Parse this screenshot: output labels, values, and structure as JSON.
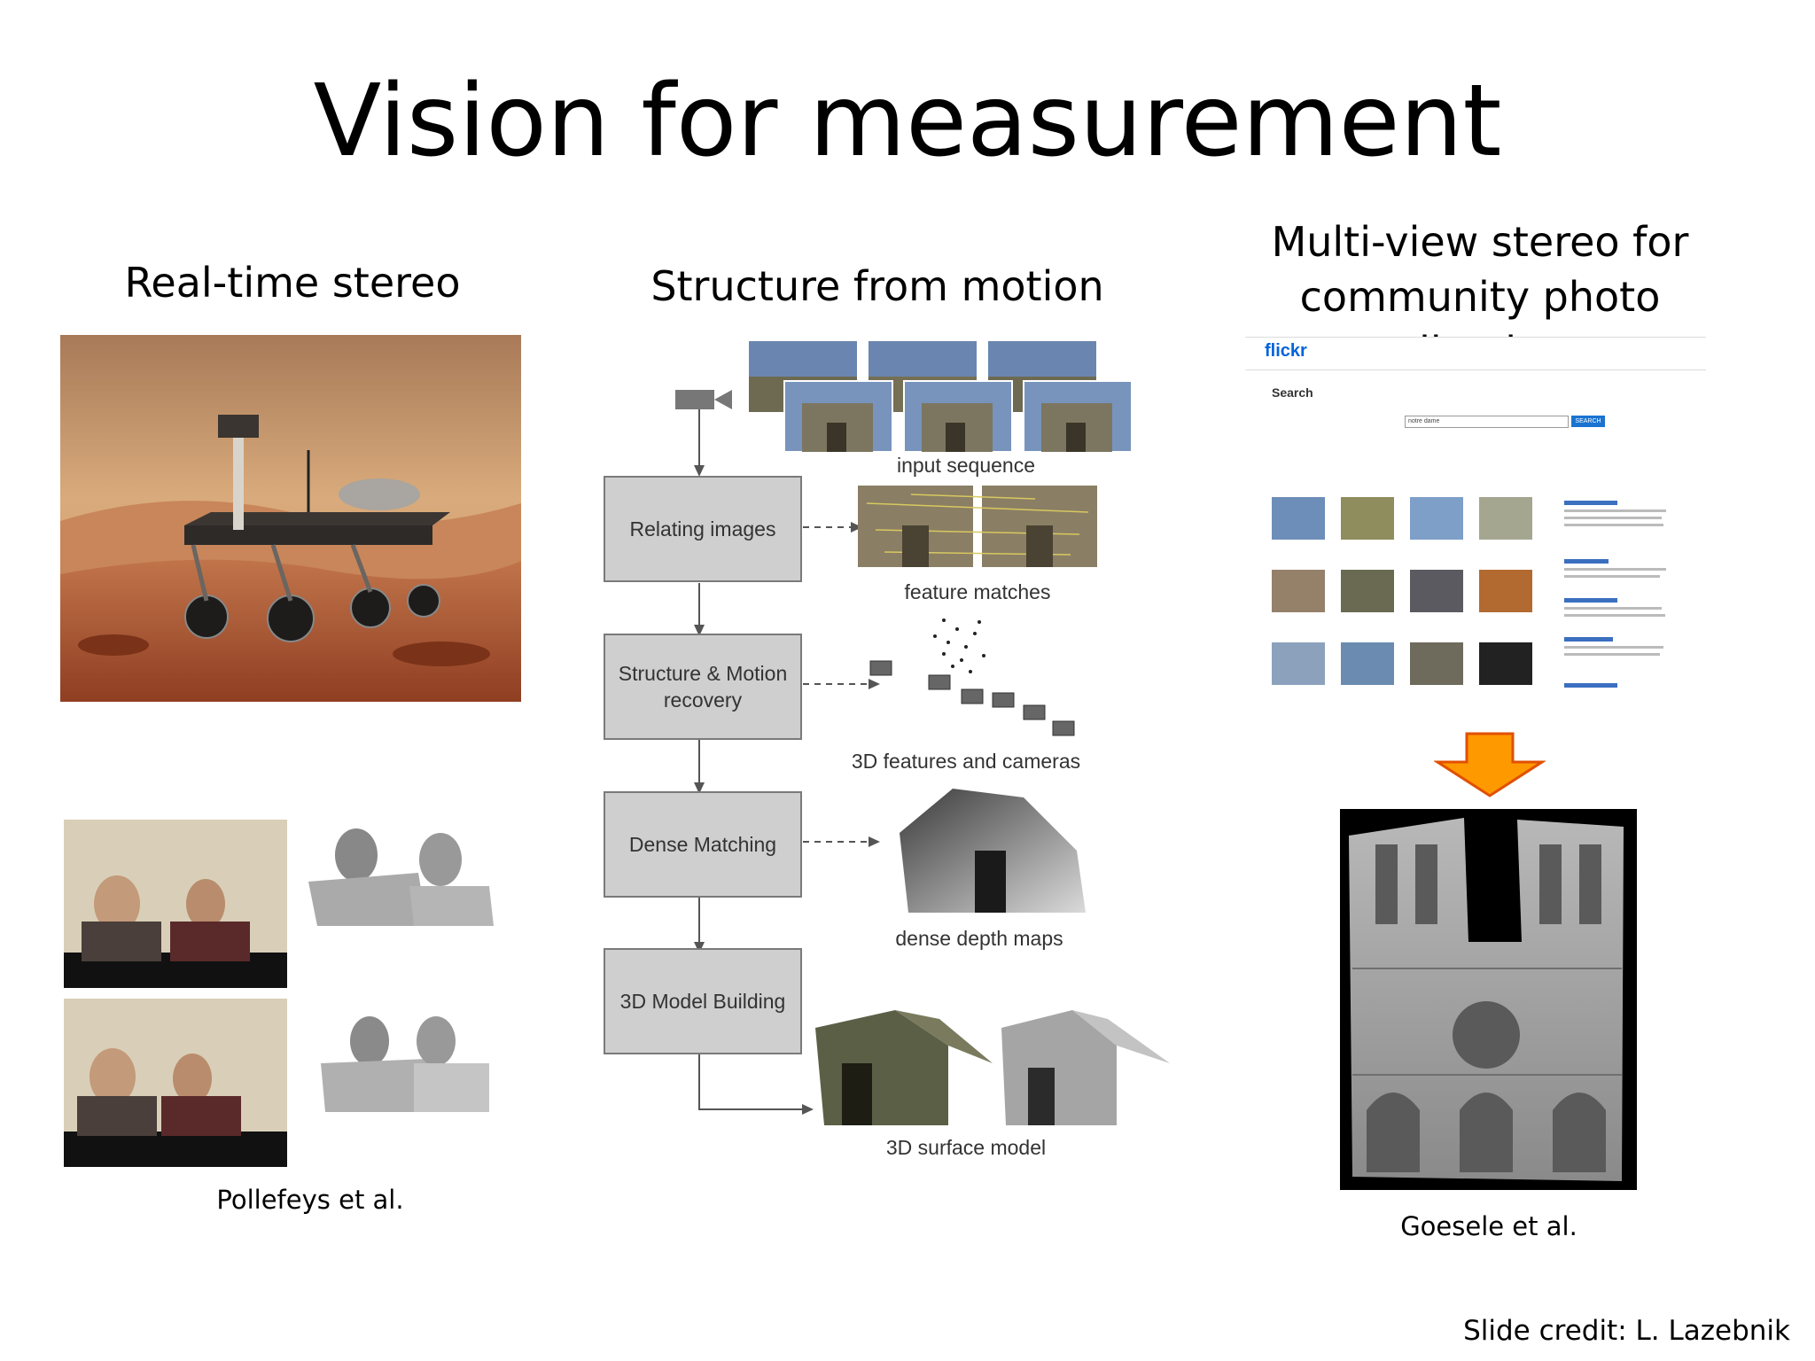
{
  "slide": {
    "title": "Vision for measurement",
    "slide_credit": "Slide credit: L. Lazebnik"
  },
  "left": {
    "heading": "Real-time stereo",
    "credit": "Pollefeys et al."
  },
  "middle": {
    "heading": "Structure from motion",
    "steps": [
      {
        "label": "Relating images"
      },
      {
        "label": "Structure & Motion recovery"
      },
      {
        "label": "Dense Matching"
      },
      {
        "label": "3D Model Building"
      }
    ],
    "figure_labels": {
      "input": "input sequence",
      "matches": "feature matches",
      "features": "3D features and cameras",
      "depth": "dense depth maps",
      "surface": "3D surface model"
    }
  },
  "right": {
    "heading_line1": "Multi-view stereo for",
    "heading_line2": "community photo collections",
    "credit": "Goesele et al.",
    "flickr": {
      "logo": "flickr",
      "search_label": "Search",
      "search_value": "notre dame",
      "search_button": "SEARCH"
    }
  },
  "colors": {
    "arrow_fill": "#ff9900",
    "arrow_stroke": "#e05000",
    "mars_sky": "#c99a6b",
    "mars_ground": "#b05a34",
    "flow_box": "#cfcfcf"
  }
}
